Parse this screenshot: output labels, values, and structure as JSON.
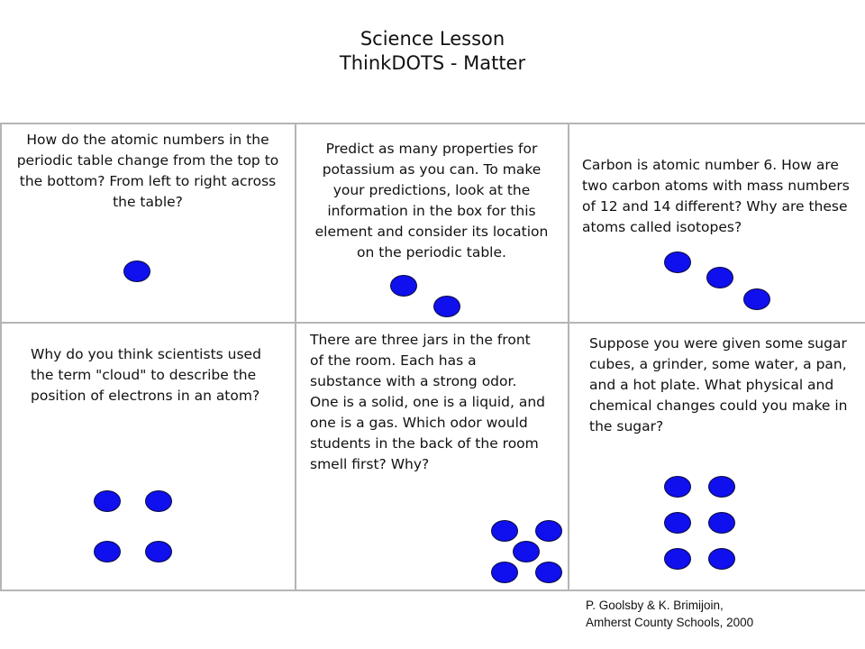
{
  "header": {
    "line1": "Science Lesson",
    "line2": "ThinkDOTS - Matter"
  },
  "cells": [
    {
      "text": "How do the atomic numbers in the periodic table change from the top to the bottom? From left to right across the table?",
      "dots": 1
    },
    {
      "text": "Predict as many properties for potassium as you can. To make your predictions, look at the information in the box for this element and consider its location on the periodic table.",
      "dots": 2
    },
    {
      "text": "Carbon is atomic number 6. How are two carbon atoms with mass numbers of 12 and 14 different? Why are these atoms called isotopes?",
      "dots": 3
    },
    {
      "text": "Why do you think scientists used the term \"cloud\" to describe the position of electrons in an atom?",
      "dots": 4
    },
    {
      "text": "There are three jars in the front of the room. Each has a substance with a strong odor. One is a solid, one is a liquid, and one is a gas. Which odor would students in the back of the room smell first? Why?",
      "dots": 5
    },
    {
      "text": "Suppose you were given some sugar cubes, a grinder, some water, a pan, and a hot plate. What physical and chemical changes could you make in the sugar?",
      "dots": 6
    }
  ],
  "colors": {
    "dot_fill": "#1010ee",
    "grid_line": "#b5b5b5"
  },
  "credit": {
    "line1": "P. Goolsby & K. Brimijoin,",
    "line2": "Amherst County Schools, 2000"
  }
}
